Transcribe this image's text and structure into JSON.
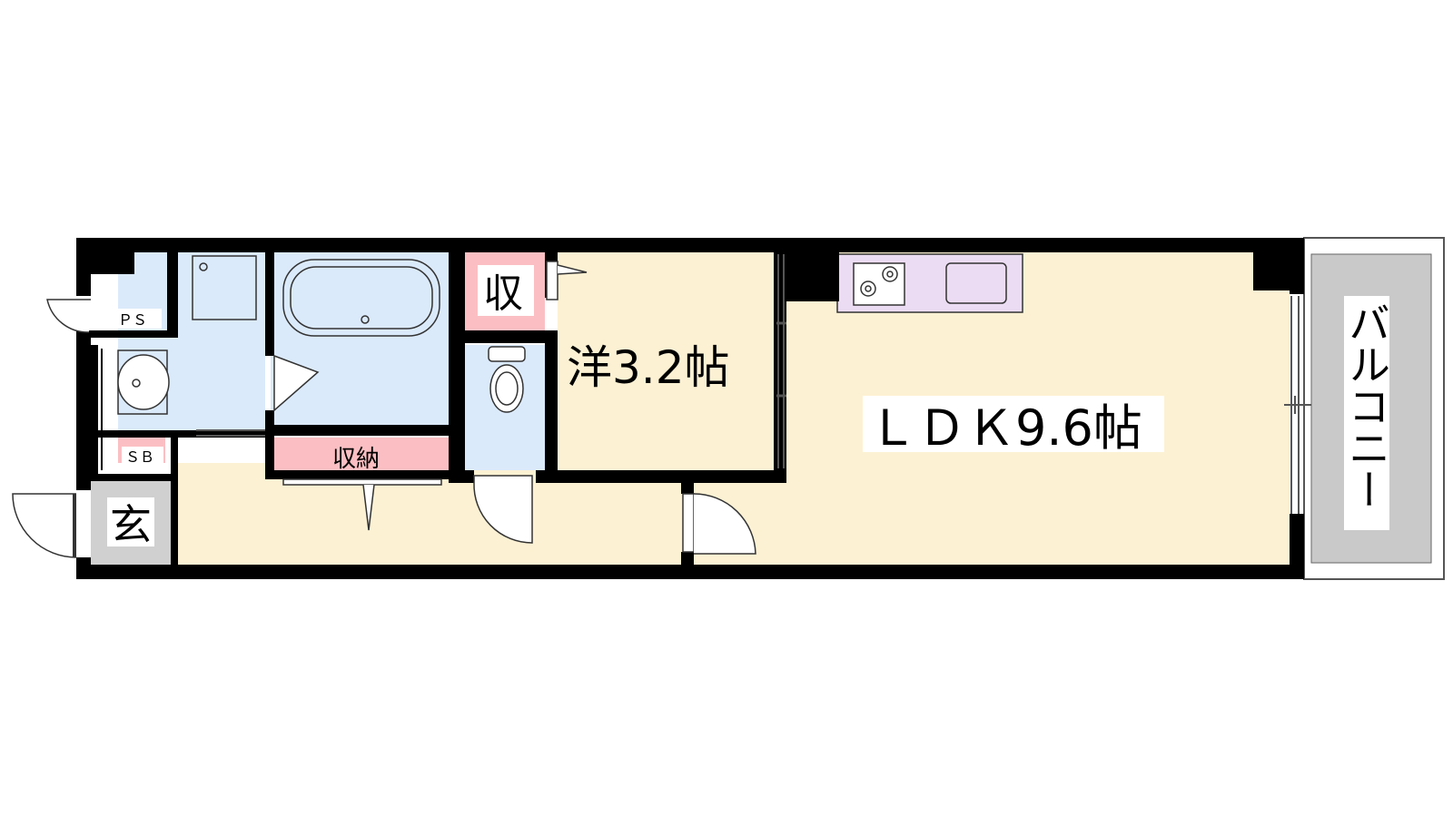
{
  "rooms": {
    "western_room": "洋3.2帖",
    "ldk": "ＬＤＫ9.6帖",
    "balcony": "バルコニー",
    "entrance": "玄",
    "storage_small": "収",
    "storage": "収納",
    "pipe_space": "ＰＳ",
    "shoe_box": "ＳＢ"
  },
  "colors": {
    "wall": "#000000",
    "room_floor": "#fcf1d3",
    "wet_area": "#dbeafb",
    "storage": "#fbbfc3",
    "kitchen": "#ecdcf3",
    "entrance": "#d0d0d0",
    "balcony": "#c9c9c9"
  }
}
